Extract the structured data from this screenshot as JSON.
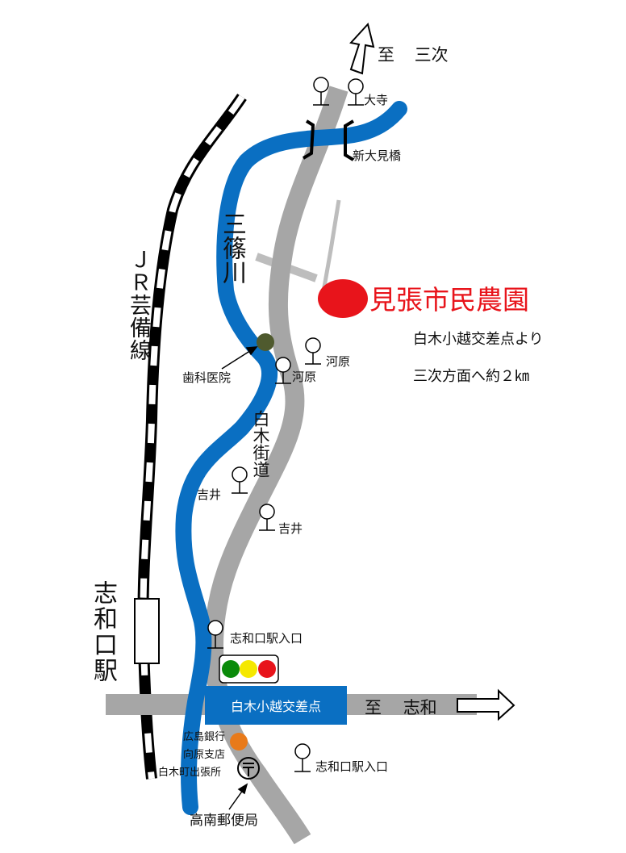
{
  "map": {
    "destination_north": {
      "prefix": "至",
      "place": "三次"
    },
    "destination_east": {
      "prefix": "至",
      "place": "志和"
    },
    "farm_name": "見張市民農園",
    "note_line1": "白木小越交差点より",
    "note_line2": "三次方面へ約２㎞",
    "railway_label": "ＪＲ芸備線",
    "station_label": "志和口駅",
    "river_label": "三篠川",
    "road_label": "白木街道",
    "crossing_label": "白木小越交差点",
    "labels": {
      "bridge": "新大見橋",
      "stop_daiji": "大寺",
      "stop_kawahara_1": "河原",
      "stop_kawahara_2": "河原",
      "dental": "歯科医院",
      "stop_yoshii_1": "吉井",
      "stop_yoshii_2": "吉井",
      "stop_shiwaguchi_1": "志和口駅入口",
      "stop_shiwaguchi_2": "志和口駅入口",
      "bank_line1": "広島銀行",
      "bank_line2": "向原支店",
      "town_office": "白木町出張所",
      "post_office": "高南郵便局"
    },
    "colors": {
      "river": "#0a6fc2",
      "road": "#a6a6a6",
      "farm_marker": "#e8141b",
      "dental_marker": "#4f5a2e",
      "bank_marker": "#e87a1a",
      "signal_green": "#0a8a0a",
      "signal_yellow": "#f5e800",
      "signal_red": "#e8141b"
    }
  }
}
